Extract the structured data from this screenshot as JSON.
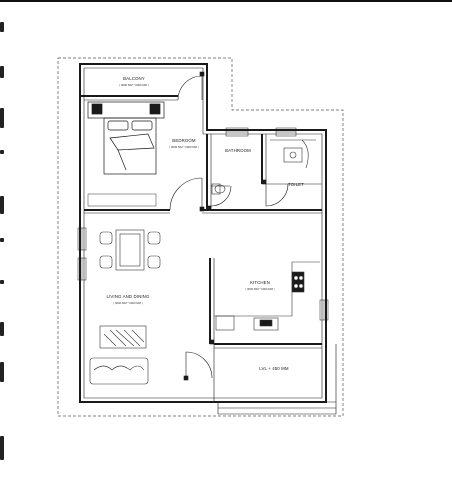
{
  "rooms": {
    "balcony": {
      "label": "BALCONY",
      "size": "( 0000 MM * 0000 MM )"
    },
    "bedroom": {
      "label": "BEDROOM",
      "size": "( 0000 MM * 0000 MM )"
    },
    "bathroom": {
      "label": "BATHROOM"
    },
    "toilet": {
      "label": "TOILET"
    },
    "kitchen": {
      "label": "KITCHEN",
      "size": "( 0000 MM * 0000 MM )"
    },
    "living": {
      "label": "LIVING AND DINING",
      "size": "( 0000 MM * 0000 MM )"
    },
    "entrance": {
      "label": "LVL + 450 MM"
    }
  },
  "colors": {
    "wall": "#1a1a1a",
    "dash": "#555555",
    "fixture": "#333333"
  }
}
